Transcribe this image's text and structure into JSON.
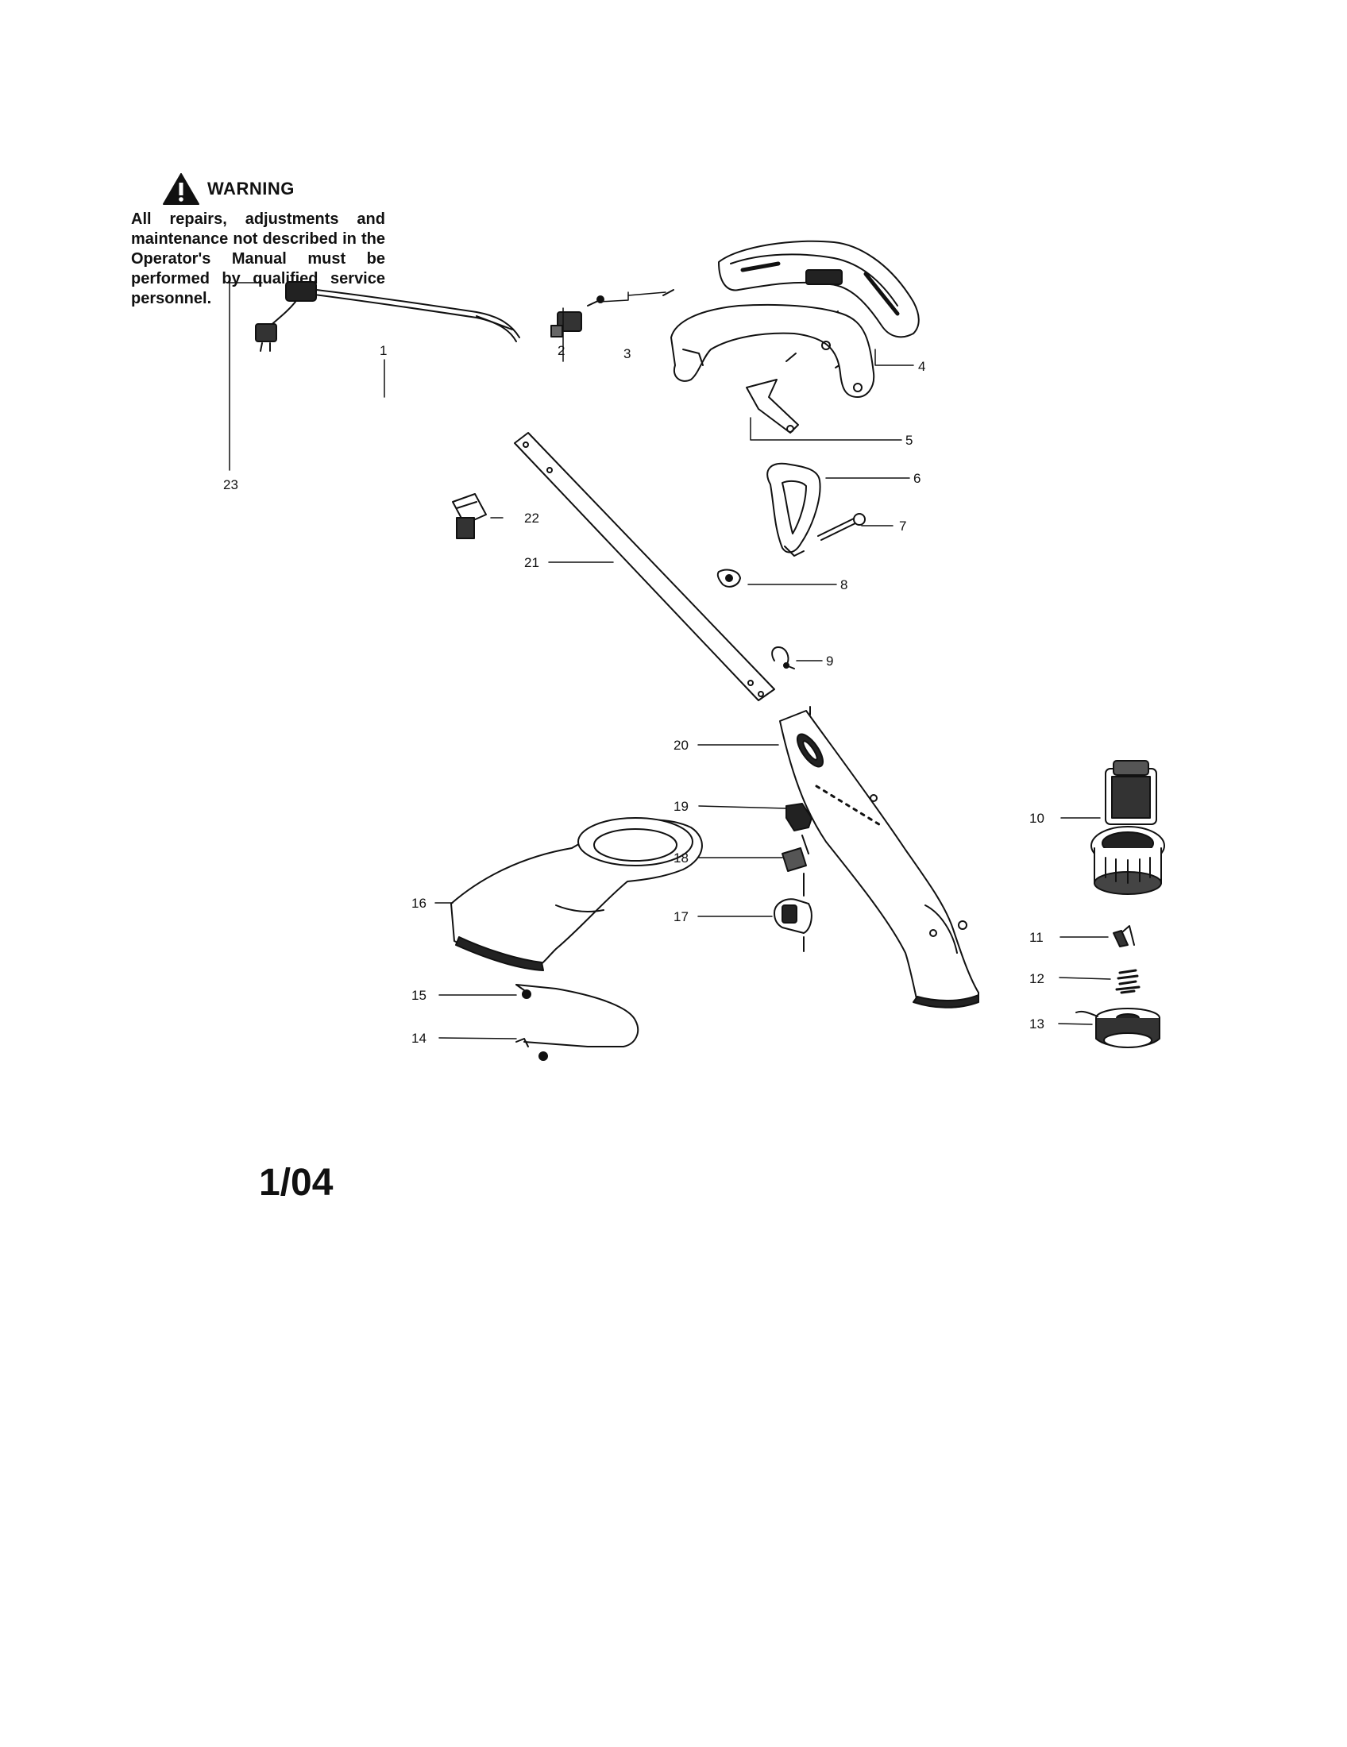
{
  "warning": {
    "title": "WARNING",
    "body": "All repairs, adjustments and maintenance not described in the Operator's Manual must be performed by qualified service personnel."
  },
  "parts": [
    {
      "number": "1"
    },
    {
      "number": "2"
    },
    {
      "number": "3"
    },
    {
      "number": "4"
    },
    {
      "number": "5"
    },
    {
      "number": "6"
    },
    {
      "number": "7"
    },
    {
      "number": "8"
    },
    {
      "number": "9"
    },
    {
      "number": "10"
    },
    {
      "number": "11"
    },
    {
      "number": "12"
    },
    {
      "number": "13"
    },
    {
      "number": "14"
    },
    {
      "number": "15"
    },
    {
      "number": "16"
    },
    {
      "number": "17"
    },
    {
      "number": "18"
    },
    {
      "number": "19"
    },
    {
      "number": "20"
    },
    {
      "number": "21"
    },
    {
      "number": "22"
    },
    {
      "number": "23"
    }
  ],
  "date_code": "1/04"
}
